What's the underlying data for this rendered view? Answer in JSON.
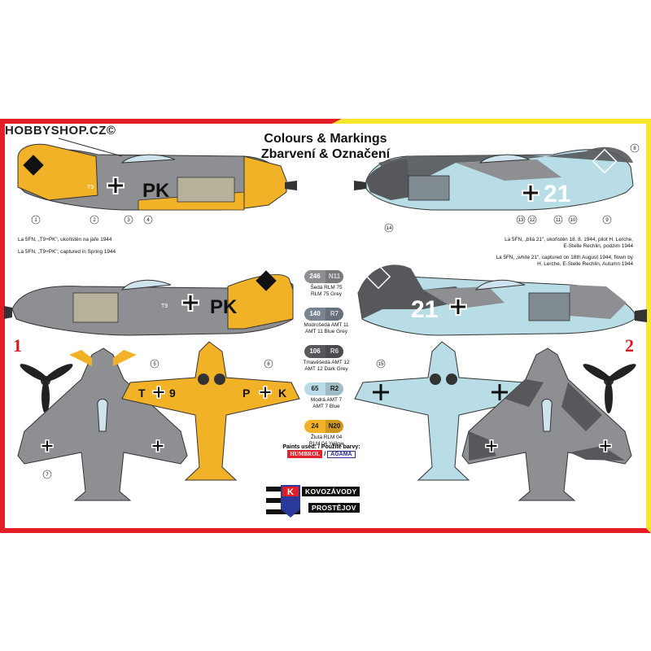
{
  "watermark": "HOBBYSHOP.CZ©",
  "title_en": "Colours & Markings",
  "title_cz": "Zbarvení & Označení",
  "captions": {
    "left_cz": "La 5FN, „T9+PK\", ukořistěn na jaře 1944",
    "left_en": "La 5FN, „T9+PK\", captured in Spring 1944",
    "right_cz_1": "La 5FN, „bílá 21\", ukořistěn 18. 8. 1944, pilot H. Lerche,",
    "right_cz_2": "E-Stelle Rechlin, podzim 1944",
    "right_en_1": "La 5FN, „white 21\", captured on 18th August 1944, flown by",
    "right_en_2": "H. Lerche, E-Stelle Rechlin, Autumn 1944"
  },
  "markings": {
    "pk": "PK",
    "t9": "T9",
    "w21": "21",
    "t9_wing": "T",
    "nine_wing": "9",
    "p_wing": "P",
    "k_wing": "K"
  },
  "profile_numbers": [
    "1",
    "2",
    "3",
    "4",
    "5",
    "6",
    "7",
    "8",
    "9",
    "10",
    "11",
    "12",
    "13",
    "14",
    "15"
  ],
  "version_labels": [
    "1",
    "2"
  ],
  "paints": [
    {
      "code1": "246",
      "code2": "N11",
      "color": "#8d8f93",
      "line1": "Šedá RLM 75",
      "line2": "RLM 75 Grey"
    },
    {
      "code1": "140",
      "code2": "R7",
      "color": "#7b8493",
      "line1": "Modrošedá AMT 11",
      "line2": "AMT 11 Blue Grey"
    },
    {
      "code1": "106",
      "code2": "R6",
      "color": "#56585c",
      "line1": "Tmavěšedá AMT 12",
      "line2": "AMT 12 Dark Grey"
    },
    {
      "code1": "65",
      "code2": "R2",
      "color": "#b9dde6",
      "line1": "Modrá AMT 7",
      "line2": "AMT 7 Blue"
    },
    {
      "code1": "24",
      "code2": "N20",
      "color": "#f2b227",
      "line1": "Žlutá RLM 04",
      "line2": "RLM 04 Yellow"
    }
  ],
  "paints_used": "Paints used: / Použité barvy:",
  "brand1": "HUMBROL",
  "brand_sep": "/",
  "brand2": "AGAMA",
  "logo_letter": "K",
  "maker1": "KOVOZÁVODY",
  "maker2": "PROSTĚJOV",
  "colors": {
    "yellow": "#f2b227",
    "grey": "#8d8f93",
    "light_blue": "#b9dde6",
    "dark_grey": "#56585c",
    "frame_red": "#e41e26",
    "frame_yellow": "#f7e62a"
  }
}
